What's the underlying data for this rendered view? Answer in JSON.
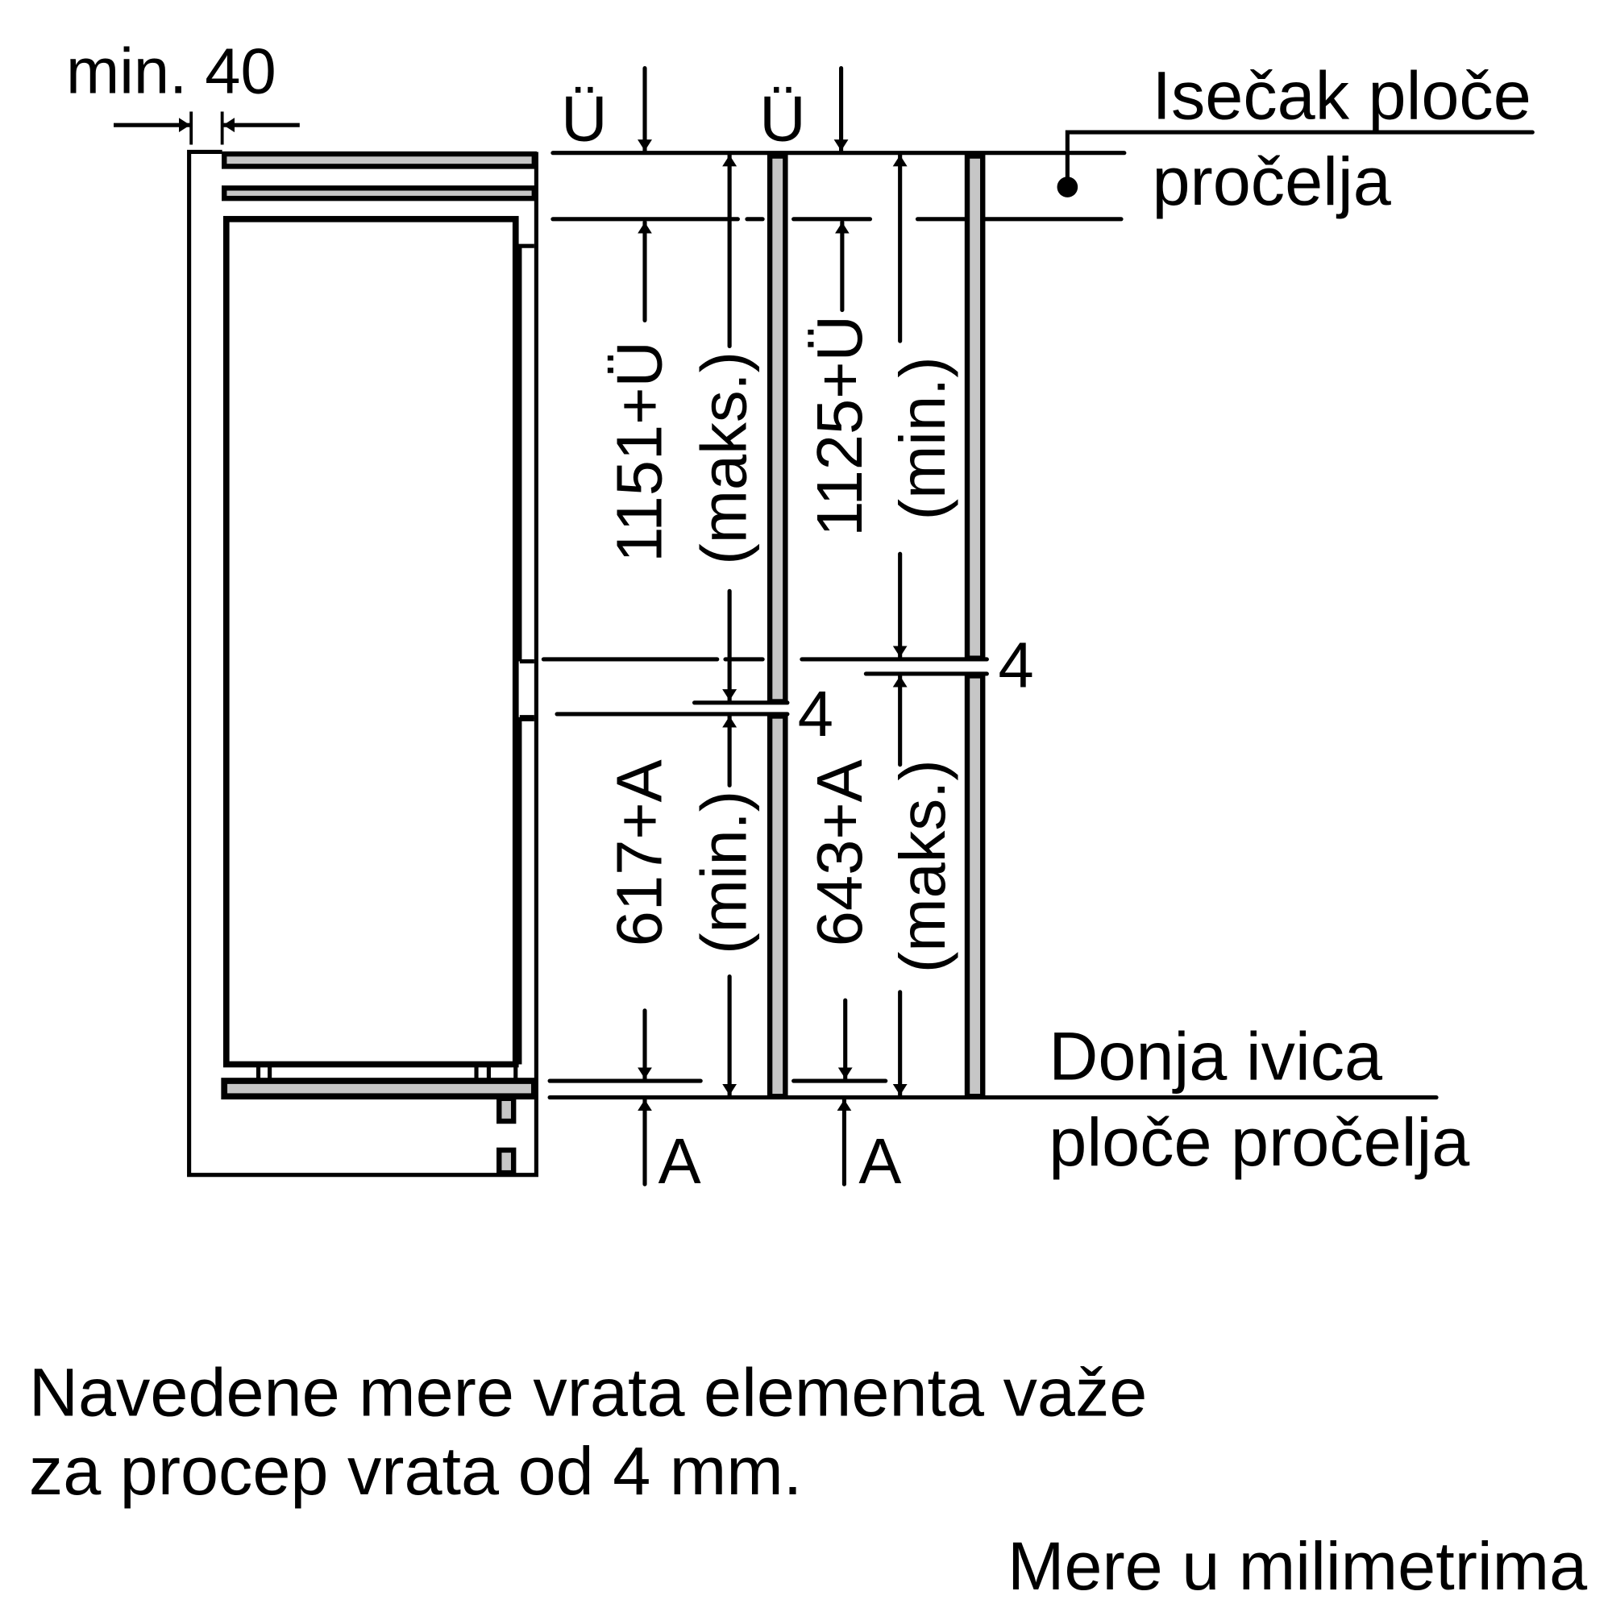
{
  "diagram": {
    "title": "Built-in fridge door panel dimensions",
    "colors": {
      "line": "#000000",
      "panel_fill": "#c6c6c6",
      "background": "#ffffff"
    },
    "labels": {
      "min_gap": "min. 40",
      "overhang_1": "Ü",
      "overhang_2": "Ü",
      "cutout_label_line1": "Isečak ploče",
      "cutout_label_line2": "pročelja",
      "upper_door_max_value": "1151+Ü",
      "upper_door_max_qualifier": "(maks.)",
      "upper_door_min_value": "1125+Ü",
      "upper_door_min_qualifier": "(min.)",
      "lower_door_min_value": "617+A",
      "lower_door_min_qualifier": "(min.)",
      "lower_door_max_value": "643+A",
      "lower_door_max_qualifier": "(maks.)",
      "gap_left": "4",
      "gap_right": "4",
      "bottom_offset_1": "A",
      "bottom_offset_2": "A",
      "bottom_edge_line1": "Donja ivica",
      "bottom_edge_line2": "ploče pročelja"
    },
    "notes": {
      "line1": "Navedene mere vrata elementa važe",
      "line2": "za procep vrata od 4 mm.",
      "units": "Mere u milimetrima"
    }
  }
}
